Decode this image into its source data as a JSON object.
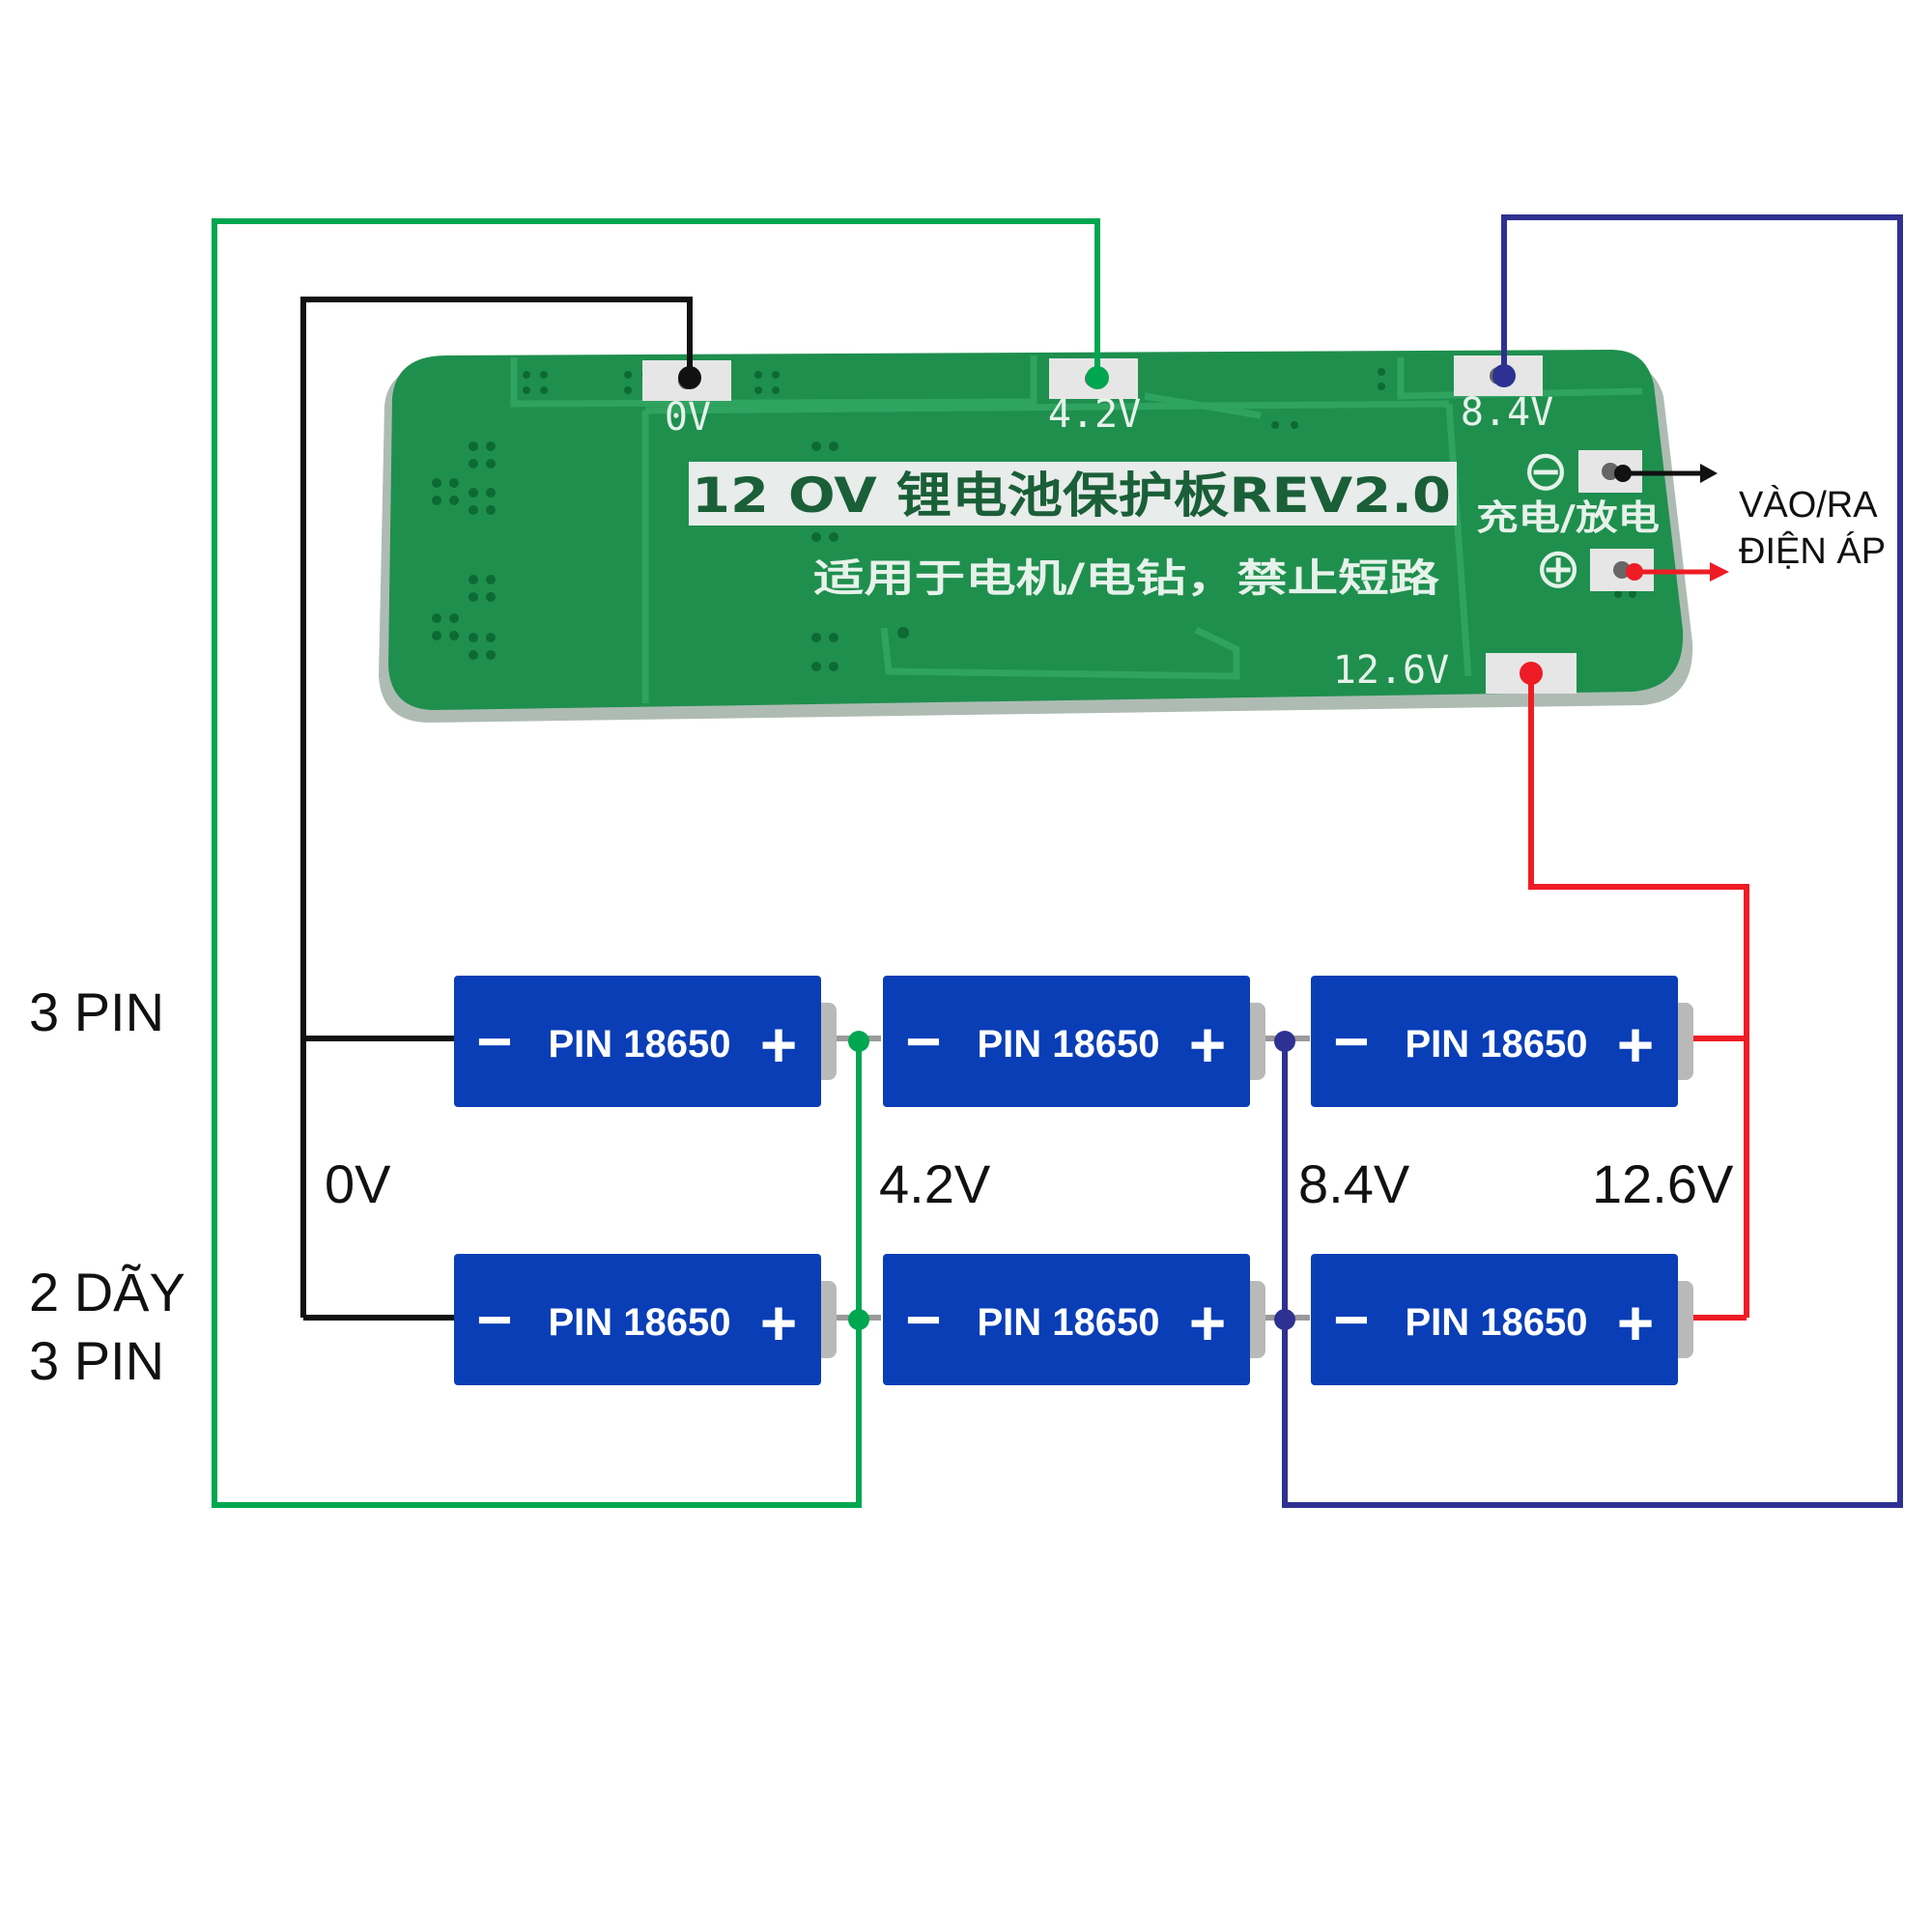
{
  "board": {
    "title": "12 OV 锂电池保护板REV2.0",
    "subtitle": "适用于电机/电钻，禁止短路",
    "pads": {
      "p0": "0V",
      "p42": "4.2V",
      "p84": "8.4V",
      "p126": "12.6V"
    },
    "charge_label": "充电/放电",
    "minus_symbol": "⊖",
    "plus_symbol": "⊕"
  },
  "io_label": {
    "line1": "VÀO/RA",
    "line2": "ĐIỆN ÁP"
  },
  "left_labels": {
    "top": "3 PIN",
    "bottom_line1": "2 DÃY",
    "bottom_line2": "3 PIN"
  },
  "voltage_labels": {
    "v0": "0V",
    "v42": "4.2V",
    "v84": "8.4V",
    "v126": "12.6V"
  },
  "battery": {
    "label": "PIN 18650",
    "minus": "−",
    "plus": "+"
  },
  "colors": {
    "green_wire": "#00a650",
    "black_wire": "#111111",
    "blue_wire": "#2e3192",
    "red_wire": "#ee1c24",
    "battery_blue": "#0a3eb6",
    "board_green": "#1f8f4e"
  }
}
